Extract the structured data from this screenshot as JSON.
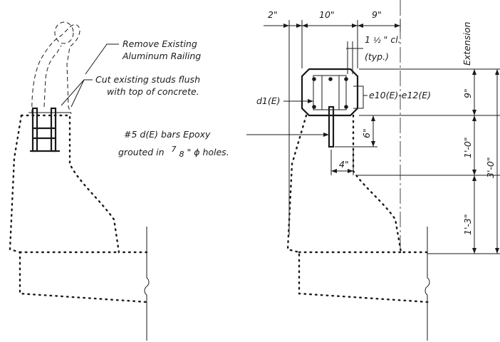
{
  "callouts": {
    "remove_railing_line1": "Remove Existing",
    "remove_railing_line2": "Aluminum Railing",
    "cut_studs_line1": "Cut existing studs flush",
    "cut_studs_line2": "with top of concrete.",
    "epoxy_bars_line1": "#5 d(E) bars Epoxy",
    "epoxy_bars_line2_prefix": "grouted in",
    "epoxy_bars_frac_num": "7",
    "epoxy_bars_frac_den": "8",
    "epoxy_bars_line2_suffix": "\" ϕ holes.",
    "d1_label": "d1(E)",
    "e_bars_label": "e10(E)-e12(E)",
    "extension_label": "Extension"
  },
  "dimensions": {
    "top_2in": "2\"",
    "top_10in": "10\"",
    "top_9in": "9\"",
    "clear_whole": "1",
    "clear_frac": "½",
    "clear_suffix": "\" cl.",
    "typ": "(typ.)",
    "right_9in": "9\"",
    "right_1ft": "1'-0\"",
    "right_3ft": "3'-0\"",
    "right_1ft3": "1'-3\"",
    "embed_6in": "6\"",
    "embed_4in": "4\""
  }
}
